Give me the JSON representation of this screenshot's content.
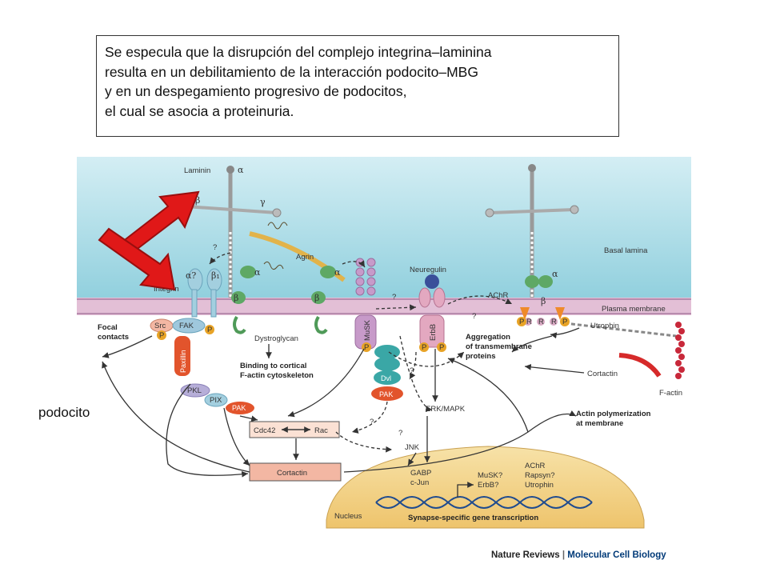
{
  "note": {
    "lines": [
      "Se especula que la disrupción del complejo integrina–laminina",
      "resulta en un debilitamiento de la interacción  podocito–MBG",
      "y en un despegamiento progresivo de podocitos,",
      "el cual se asocia a proteinuria."
    ]
  },
  "side_label": "podocito",
  "credit": {
    "journal": "Nature Reviews",
    "separator": "|",
    "section": "Molecular Cell Biology"
  },
  "diagram": {
    "laminin": "Laminin",
    "alpha": "α",
    "beta": "β",
    "gamma": "γ",
    "basal_lamina": "Basal lamina",
    "plasma_membrane": "Plasma membrane",
    "agrin": "Agrin",
    "neuregulin": "Neuregulin",
    "integrin": "Integrin",
    "integrin_alpha": "α?",
    "integrin_beta1": "β₁",
    "dystroglycan": "Dystroglycan",
    "binding_line1": "Binding to cortical",
    "binding_line2": "F-actin cytoskeleton",
    "musk": "MuSK",
    "erbb": "ErbB",
    "achr": "AChR",
    "utrophin": "Utrophin",
    "aggregation_line1": "Aggregation",
    "aggregation_line2": "of transmembrane",
    "aggregation_line3": "proteins",
    "cortactin": "Cortactin",
    "f_actin": "F-actin",
    "focal_line1": "Focal",
    "focal_line2": "contacts",
    "src": "Src",
    "fak": "FAK",
    "paxillin": "Paxillin",
    "pkl": "PKL",
    "pix": "PIX",
    "pak": "PAK",
    "dvl": "Dvl",
    "cdc42": "Cdc42",
    "rac": "Rac",
    "erk_mapk": "ERK/MAPK",
    "jnk": "JNK",
    "actin_poly_line1": "Actin polymerization",
    "actin_poly_line2": "at membrane",
    "gabp": "GABP",
    "cjun": "c-Jun",
    "musk_q": "MuSK?",
    "erbb_q": "ErbB?",
    "achr2": "AChR",
    "rapsyn": "Rapsyn?",
    "utrophin2": "Utrophin",
    "nucleus": "Nucleus",
    "transcription": "Synapse-specific gene transcription",
    "p": "P",
    "r": "R",
    "q": "?"
  },
  "colors": {
    "basal_lamina": "#a9dbe6",
    "membrane": "#e3bfd6",
    "nucleus": "#f2d58e",
    "arrow_red": "#e01818",
    "pak": "#e2542c",
    "cortactin": "#f3b7a3",
    "pkl": "#b6aed8",
    "fak": "#9fc8dd",
    "musk": "#c79ac9",
    "dvl": "#3aa7a6",
    "green": "#4f9a58"
  }
}
